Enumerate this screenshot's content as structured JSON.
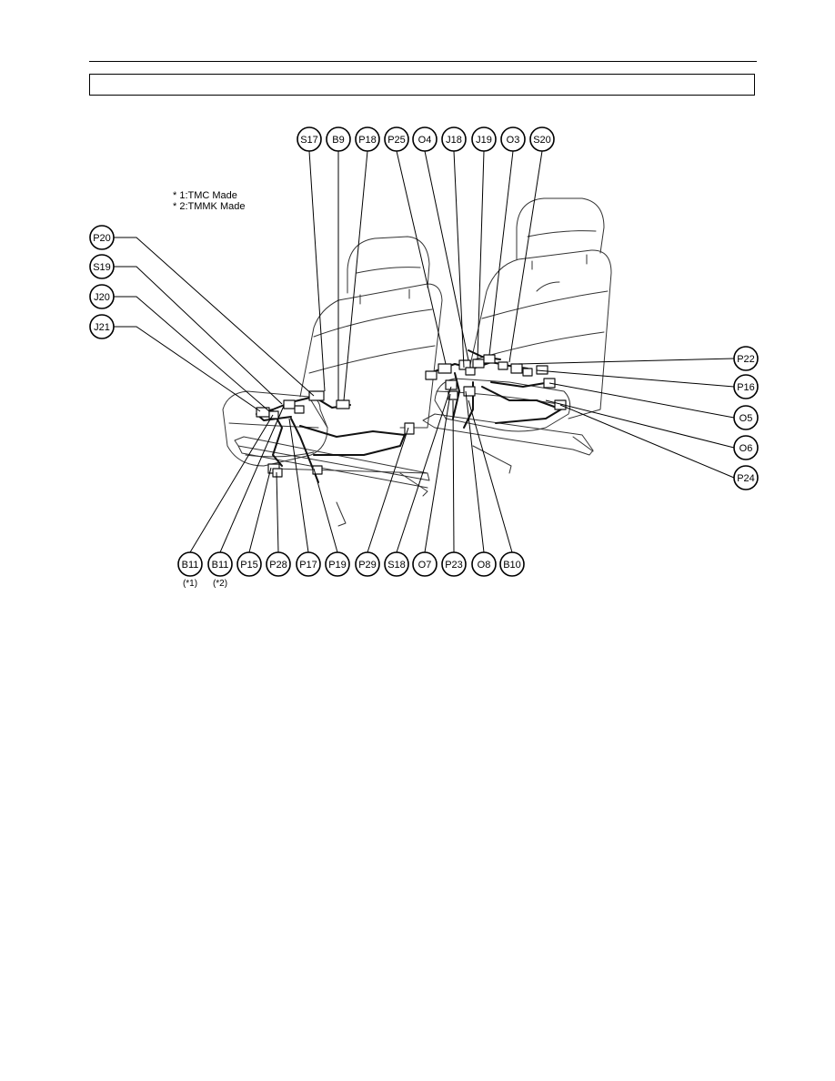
{
  "header": {
    "title": ""
  },
  "legend": {
    "note_1": "* 1:TMC Made",
    "note_2": "* 2:TMMK Made"
  },
  "connectors": {
    "top": [
      "S17",
      "B9",
      "P18",
      "P25",
      "O4",
      "J18",
      "J19",
      "O3",
      "S20"
    ],
    "left": [
      "P20",
      "S19",
      "J20",
      "J21"
    ],
    "right": [
      "P22",
      "P16",
      "O5",
      "O6",
      "P24"
    ],
    "bottom": [
      {
        "code": "B11",
        "note": "(*1)"
      },
      {
        "code": "B11",
        "note": "(*2)"
      },
      {
        "code": "P15",
        "note": ""
      },
      {
        "code": "P28",
        "note": ""
      },
      {
        "code": "P17",
        "note": ""
      },
      {
        "code": "P19",
        "note": ""
      },
      {
        "code": "P29",
        "note": ""
      },
      {
        "code": "S18",
        "note": ""
      },
      {
        "code": "O7",
        "note": ""
      },
      {
        "code": "P23",
        "note": ""
      },
      {
        "code": "O8",
        "note": ""
      },
      {
        "code": "B10",
        "note": ""
      }
    ]
  },
  "colors": {
    "ink": "#000000",
    "paper": "#ffffff",
    "drawing": "#333333"
  }
}
